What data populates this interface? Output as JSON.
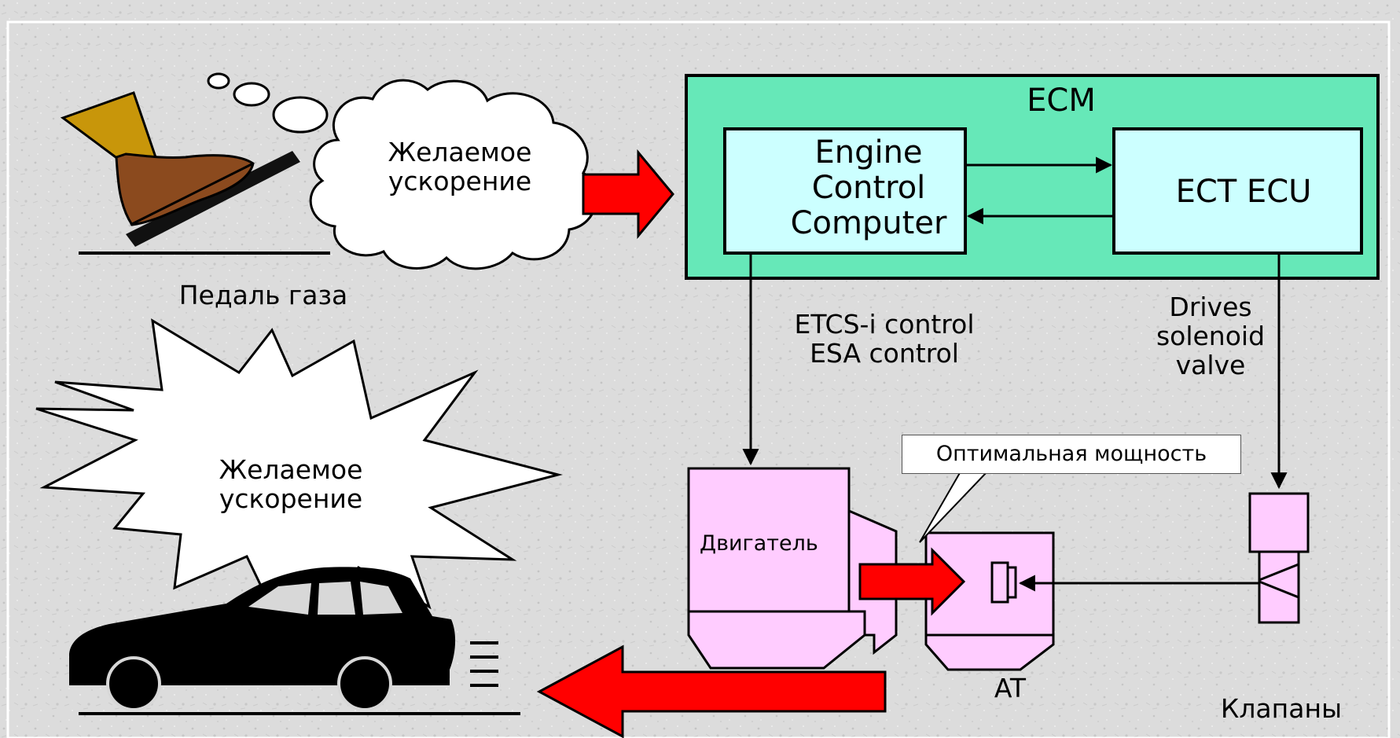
{
  "labels": {
    "ecm": "ECM",
    "engine_control_computer": "Engine\nControl\nComputer",
    "ect_ecu": "ECT ECU",
    "desired_accel_cloud": "Желаемое\nускорение",
    "pedal": "Педаль газа",
    "etcs_esa": "ETCS-i control\nESA control",
    "drives_solenoid": "Drives\nsolenoid\nvalve",
    "desired_accel_star": "Желаемое\nускорение",
    "optimal_power": "Оптимальная мощность",
    "engine": "Двигатель",
    "at": "AT",
    "valves": "Клапаны"
  },
  "colors": {
    "ecm_fill": "#66e8b8",
    "computer_fill": "#ccffff",
    "component_fill": "#ffccff",
    "red_arrow": "#ff0000",
    "shoe": "#8b4a1e",
    "leg": "#c8960a"
  },
  "icons": [
    "accelerator-pedal-icon",
    "thought-cloud-icon",
    "burst-star-icon",
    "car-silhouette-icon",
    "solenoid-valve-icon",
    "clutch-icon"
  ]
}
